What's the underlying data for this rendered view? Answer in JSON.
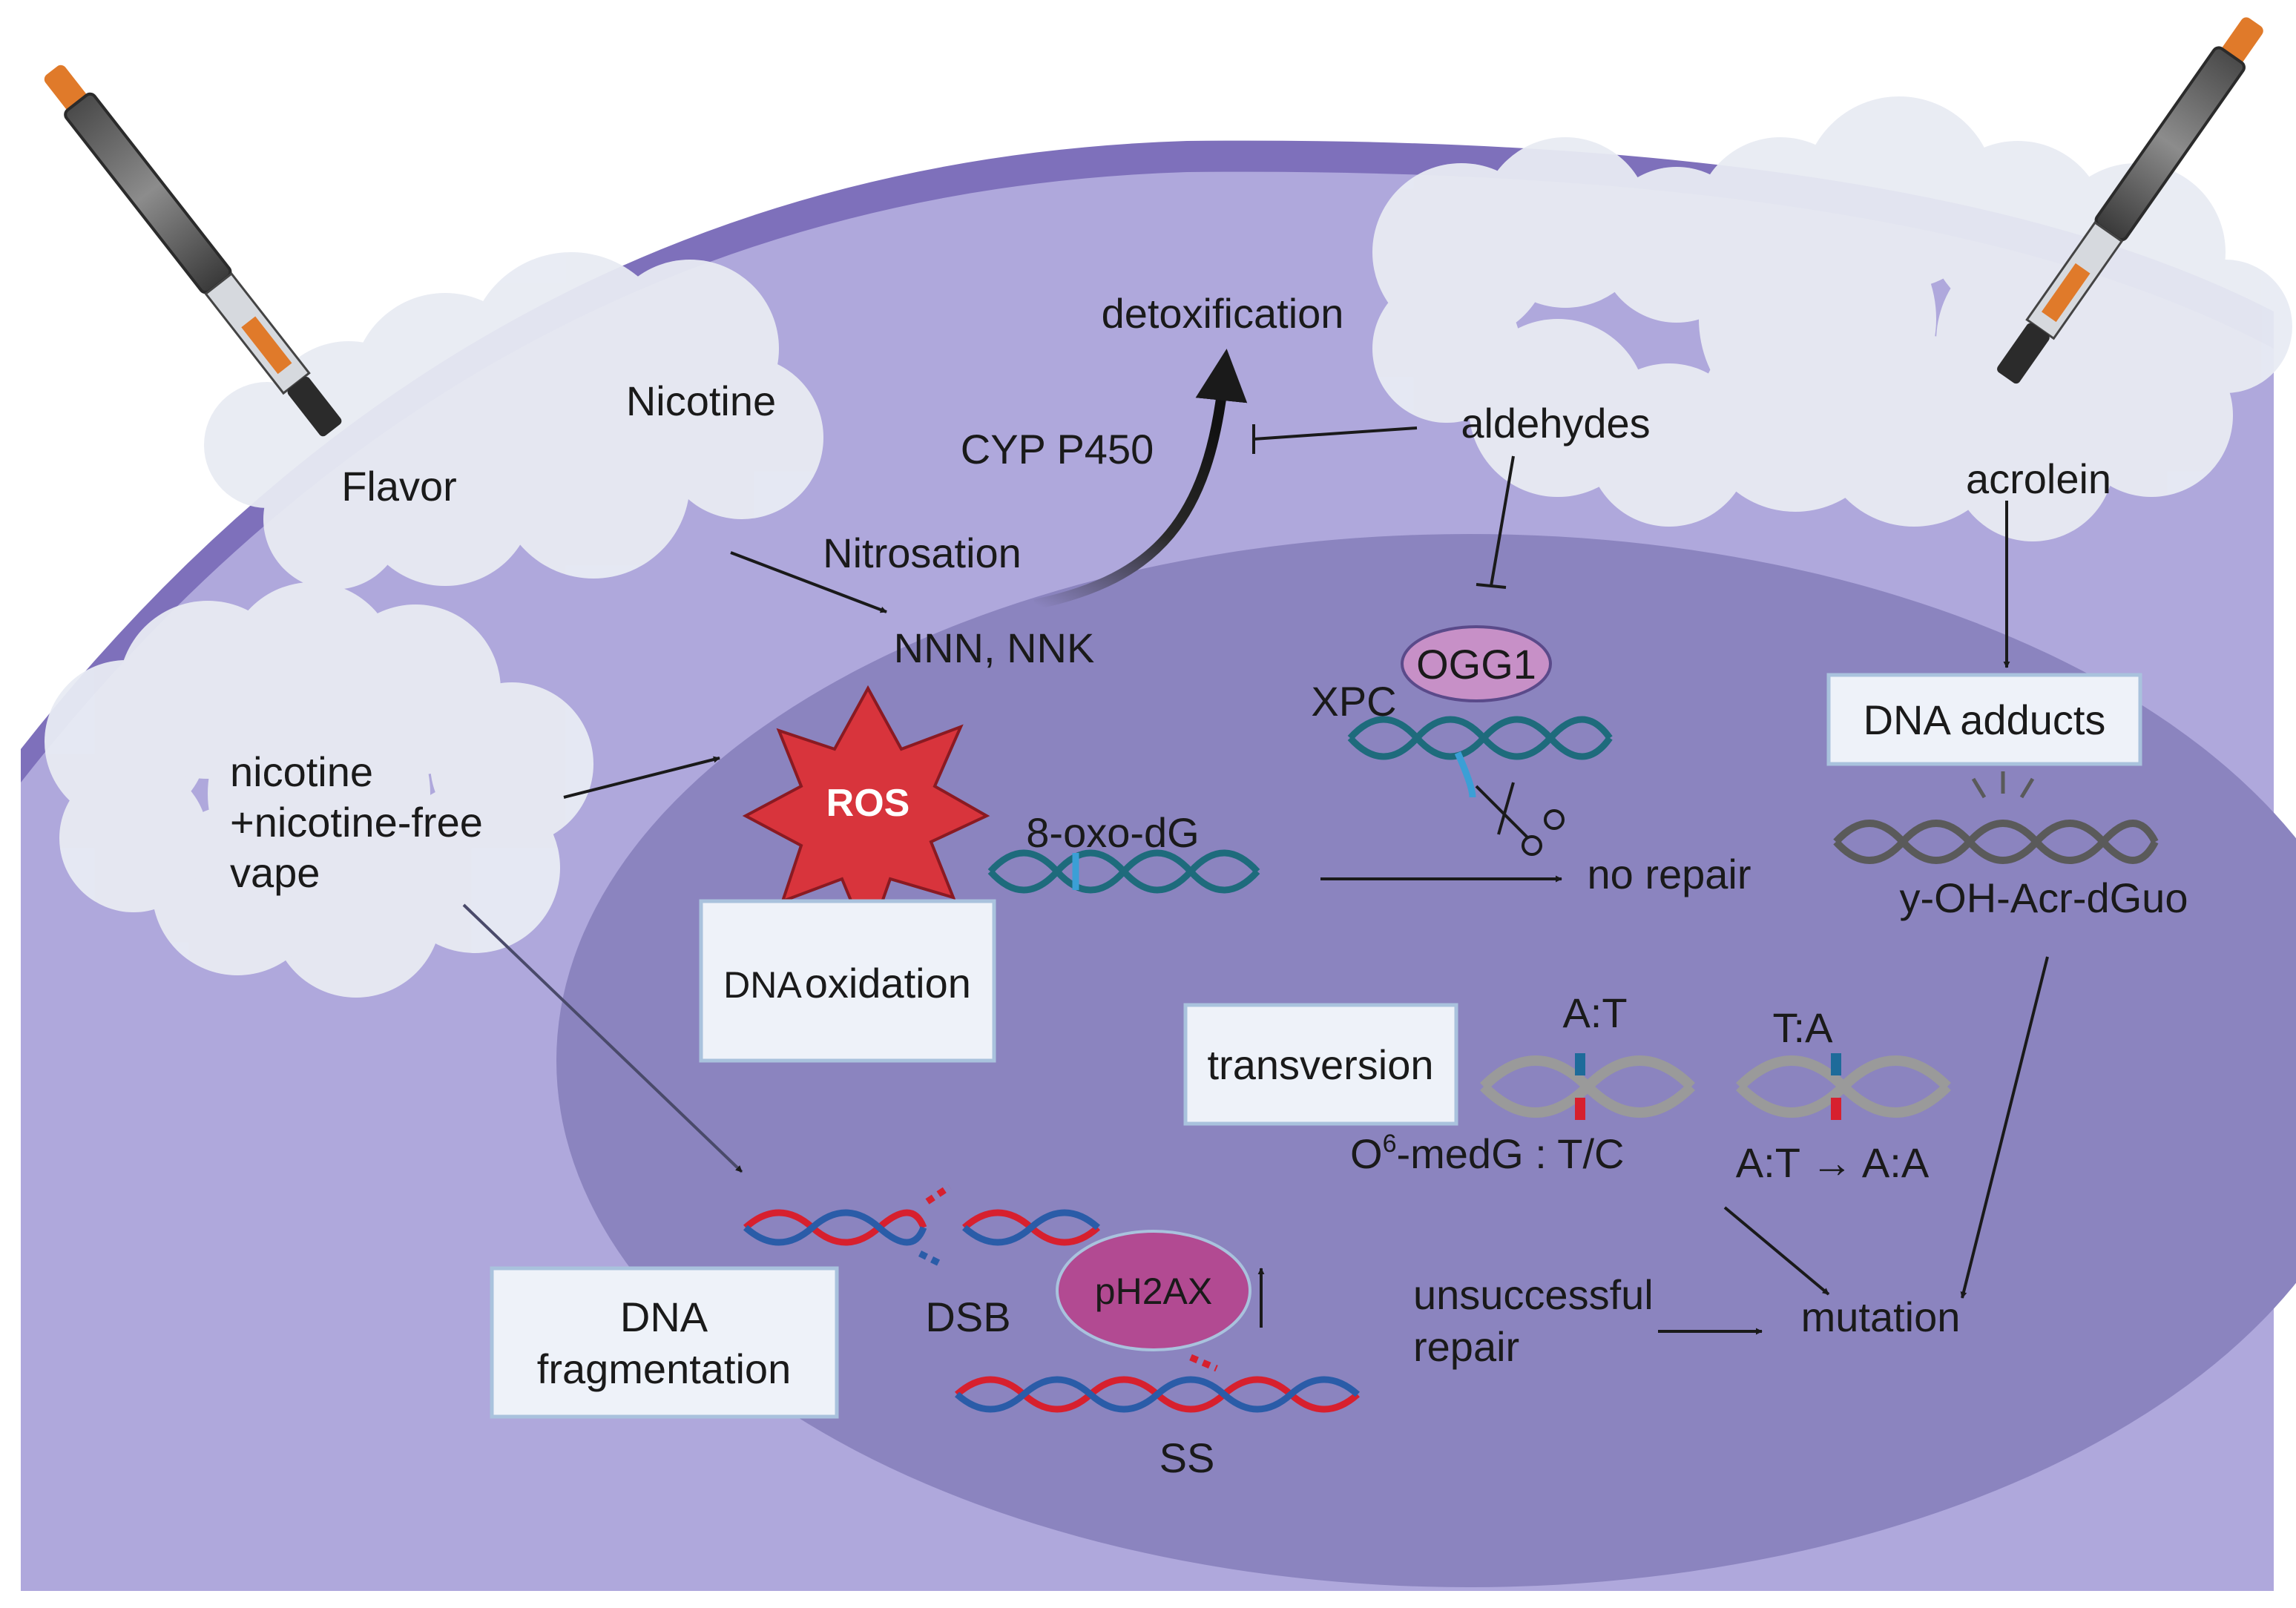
{
  "labels": {
    "flavor": "Flavor",
    "nicotine": "Nicotine",
    "nitrosation": "Nitrosation",
    "nnn_nnk": "NNN, NNK",
    "cyp_p450": "CYP  P450",
    "detoxification": "detoxification",
    "aldehydes": "aldehydes",
    "acrolein": "acrolein",
    "ogg1": "OGG1",
    "xpc": "XPC",
    "dna_adducts": "DNA adducts",
    "acr_dguo": "y-OH-Acr-dGuo",
    "vape_line1": "nicotine",
    "vape_line2": "+nicotine-free",
    "vape_line3": "vape",
    "ros": "ROS",
    "oxo_dg": "8-oxo-dG",
    "no_repair": "no repair",
    "dna_oxidation_prefix": "DNA",
    "dna_oxidation_word": "oxidation",
    "transversion": "transversion",
    "at_top": "A:T",
    "ta_top": "T:A",
    "o6_prefix": "O",
    "o6_sup": "6",
    "o6_rest": "-medG : T/C",
    "at_to_aa": "A:T → A:A",
    "dna_fragmentation_line1": "DNA",
    "dna_fragmentation_line2": "fragmentation",
    "dsb": "DSB",
    "ph2ax": "pH2AX",
    "ss": "SS",
    "unsuccessful_line1": "unsuccessful",
    "unsuccessful_line2": "repair",
    "mutation": "mutation"
  },
  "colors": {
    "background": "#ffffff",
    "cell_rim": "#7e70bb",
    "cytoplasm": "#afa8dc",
    "nucleus": "#8b84bf",
    "cloud": "#e8ebf3",
    "ros_red": "#d8343c",
    "ogg1_pink": "#c790c7",
    "ph2ax_magenta": "#b24a92",
    "dna_teal": "#1e6b7c",
    "dna_gray": "#5a5a5a",
    "dna_red": "#d7202e",
    "dna_blue": "#2a5ca8",
    "label_box": "#eef2f9"
  },
  "icons": [
    "vape-pen-icon",
    "vapor-cloud-icon",
    "ros-starburst-icon",
    "dna-helix-icon",
    "scissors-icon"
  ]
}
